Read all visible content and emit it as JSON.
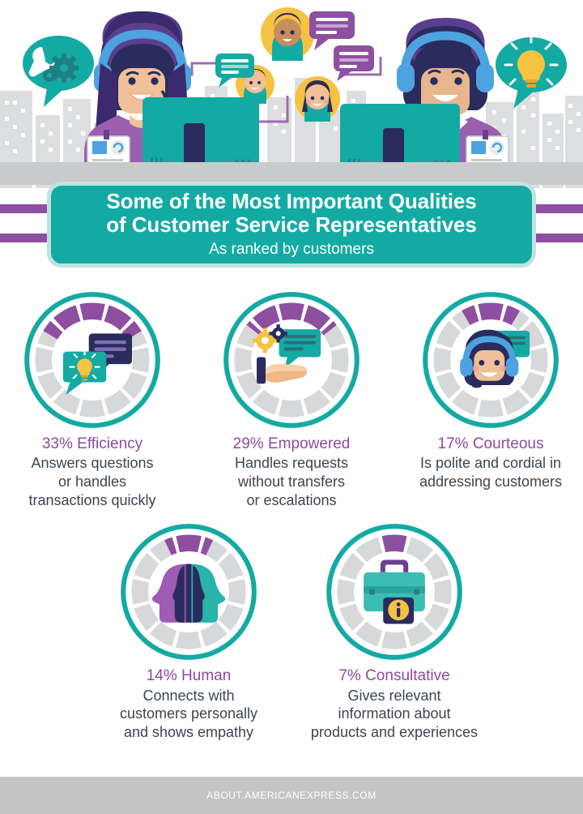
{
  "palette": {
    "teal": "#14aaa4",
    "teal_light": "#3bbdb6",
    "teal_pale": "#bfe3e2",
    "purple": "#8e4fa0",
    "purple_text": "#8e4a9e",
    "purple_dark": "#6d3f8f",
    "navy": "#2b2c5e",
    "yellow": "#f5c242",
    "blue": "#4da3e0",
    "grey_segment": "#d6d8da",
    "grey_band": "#c9cacb",
    "footer_grey": "#c4c4c4",
    "body_text": "#3c4550",
    "skin": "#f0c098",
    "skin_dark": "#c98d5c"
  },
  "header": {
    "alt": "Two customer service representatives with headsets at computer monitors, surrounded by speech bubbles and customer avatars",
    "icons": {
      "left_bubble": "wrench-gear-icon",
      "right_bubble": "lightbulb-icon",
      "agent_left": "female-agent-illustration",
      "agent_right": "male-agent-illustration",
      "badge": "id-badge-icon",
      "monitor": "monitor-icon"
    }
  },
  "banner": {
    "title_line_1": "Some of the Most Important Qualities",
    "title_line_2": "of Customer Service Representatives",
    "subtitle": "As ranked by customers"
  },
  "chart_data": {
    "type": "pie",
    "title": "Some of the Most Important Qualities of Customer Service Representatives",
    "subtitle": "As ranked by customers",
    "unit": "%",
    "segments_total": 12,
    "categories": [
      "Efficiency",
      "Empowered",
      "Courteous",
      "Human",
      "Consultative"
    ],
    "values": [
      33,
      29,
      17,
      14,
      7
    ],
    "legend_position": "below-each-donut",
    "grid": false
  },
  "qualities": [
    {
      "percent": "33%",
      "name": "Efficiency",
      "title": "33% Efficiency",
      "value": 33,
      "desc_lines": [
        "Answers questions",
        "or handles",
        "transactions quickly"
      ],
      "icon": "speech-bubbles-lightbulb-icon"
    },
    {
      "percent": "29%",
      "name": "Empowered",
      "title": "29% Empowered",
      "value": 29,
      "desc_lines": [
        "Handles requests",
        "without transfers",
        "or escalations"
      ],
      "icon": "hand-gears-speech-bubble-icon"
    },
    {
      "percent": "17%",
      "name": "Courteous",
      "title": "17% Courteous",
      "value": 17,
      "desc_lines": [
        "Is polite and cordial in",
        "addressing customers"
      ],
      "icon": "agent-headset-speech-bubble-icon"
    },
    {
      "percent": "14%",
      "name": "Human",
      "title": "14% Human",
      "value": 14,
      "desc_lines": [
        "Connects with",
        "customers personally",
        "and shows empathy"
      ],
      "icon": "two-faces-silhouette-icon"
    },
    {
      "percent": "7%",
      "name": "Consultative",
      "title": "7% Consultative",
      "value": 7,
      "desc_lines": [
        "Gives relevant",
        "information about",
        "products and experiences"
      ],
      "icon": "briefcase-info-icon"
    }
  ],
  "footer": {
    "source": "ABOUT.AMERICANEXPRESS.COM"
  }
}
